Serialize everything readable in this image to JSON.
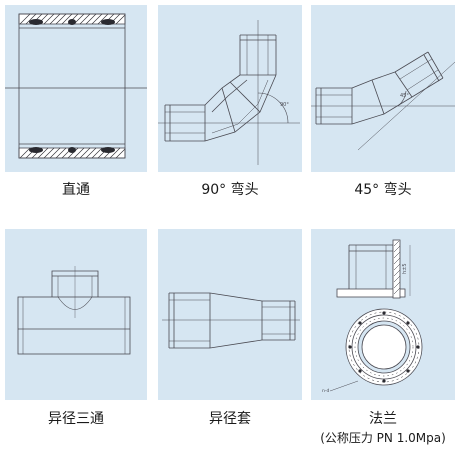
{
  "captions": {
    "straight": "直通",
    "elbow90": "90°  弯头",
    "elbow45": "45°  弯头",
    "tee": "异径三通",
    "reducer": "异径套",
    "flange": "法兰",
    "flange_note": "(公称压力 PN 1.0Mpa)"
  },
  "annotations": {
    "elbow90_angle": "90°",
    "elbow45_angle": "45°",
    "flange_height": "h±5",
    "flange_bolt": "n-d"
  },
  "colors": {
    "panel": "#d6e6f2",
    "line": "#4a4a52",
    "hatch": "#2a2a30"
  }
}
